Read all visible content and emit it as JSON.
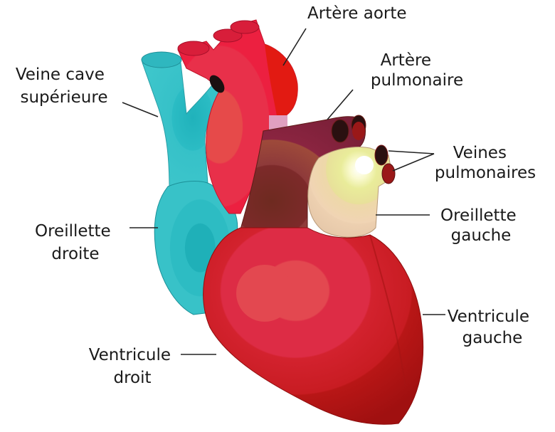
{
  "labels": {
    "aorta": "Artère aorte",
    "pulmonary_artery": [
      "Artère",
      "pulmonaire"
    ],
    "superior_vena_cava": [
      "Veine cave",
      "supérieure"
    ],
    "pulmonary_veins": [
      "Veines",
      "pulmonaires"
    ],
    "right_atrium": [
      "Oreillette",
      "droite"
    ],
    "left_atrium": [
      "Oreillette",
      "gauche"
    ],
    "left_ventricle": [
      "Ventricule",
      "gauche"
    ],
    "right_ventricle": [
      "Ventricule",
      "droit"
    ]
  },
  "colors": {
    "ventricle_outer": "#c41e1e",
    "ventricle_mid": "#d92b3a",
    "ventricle_inner": "#e0434a",
    "vena_cava": "#35bcc4",
    "vena_cava_dark": "#1f9aa3",
    "pulmonary_trunk": "#8a2a1e",
    "left_atrium": "#e6d7a8",
    "aorta": "#e8203a"
  }
}
